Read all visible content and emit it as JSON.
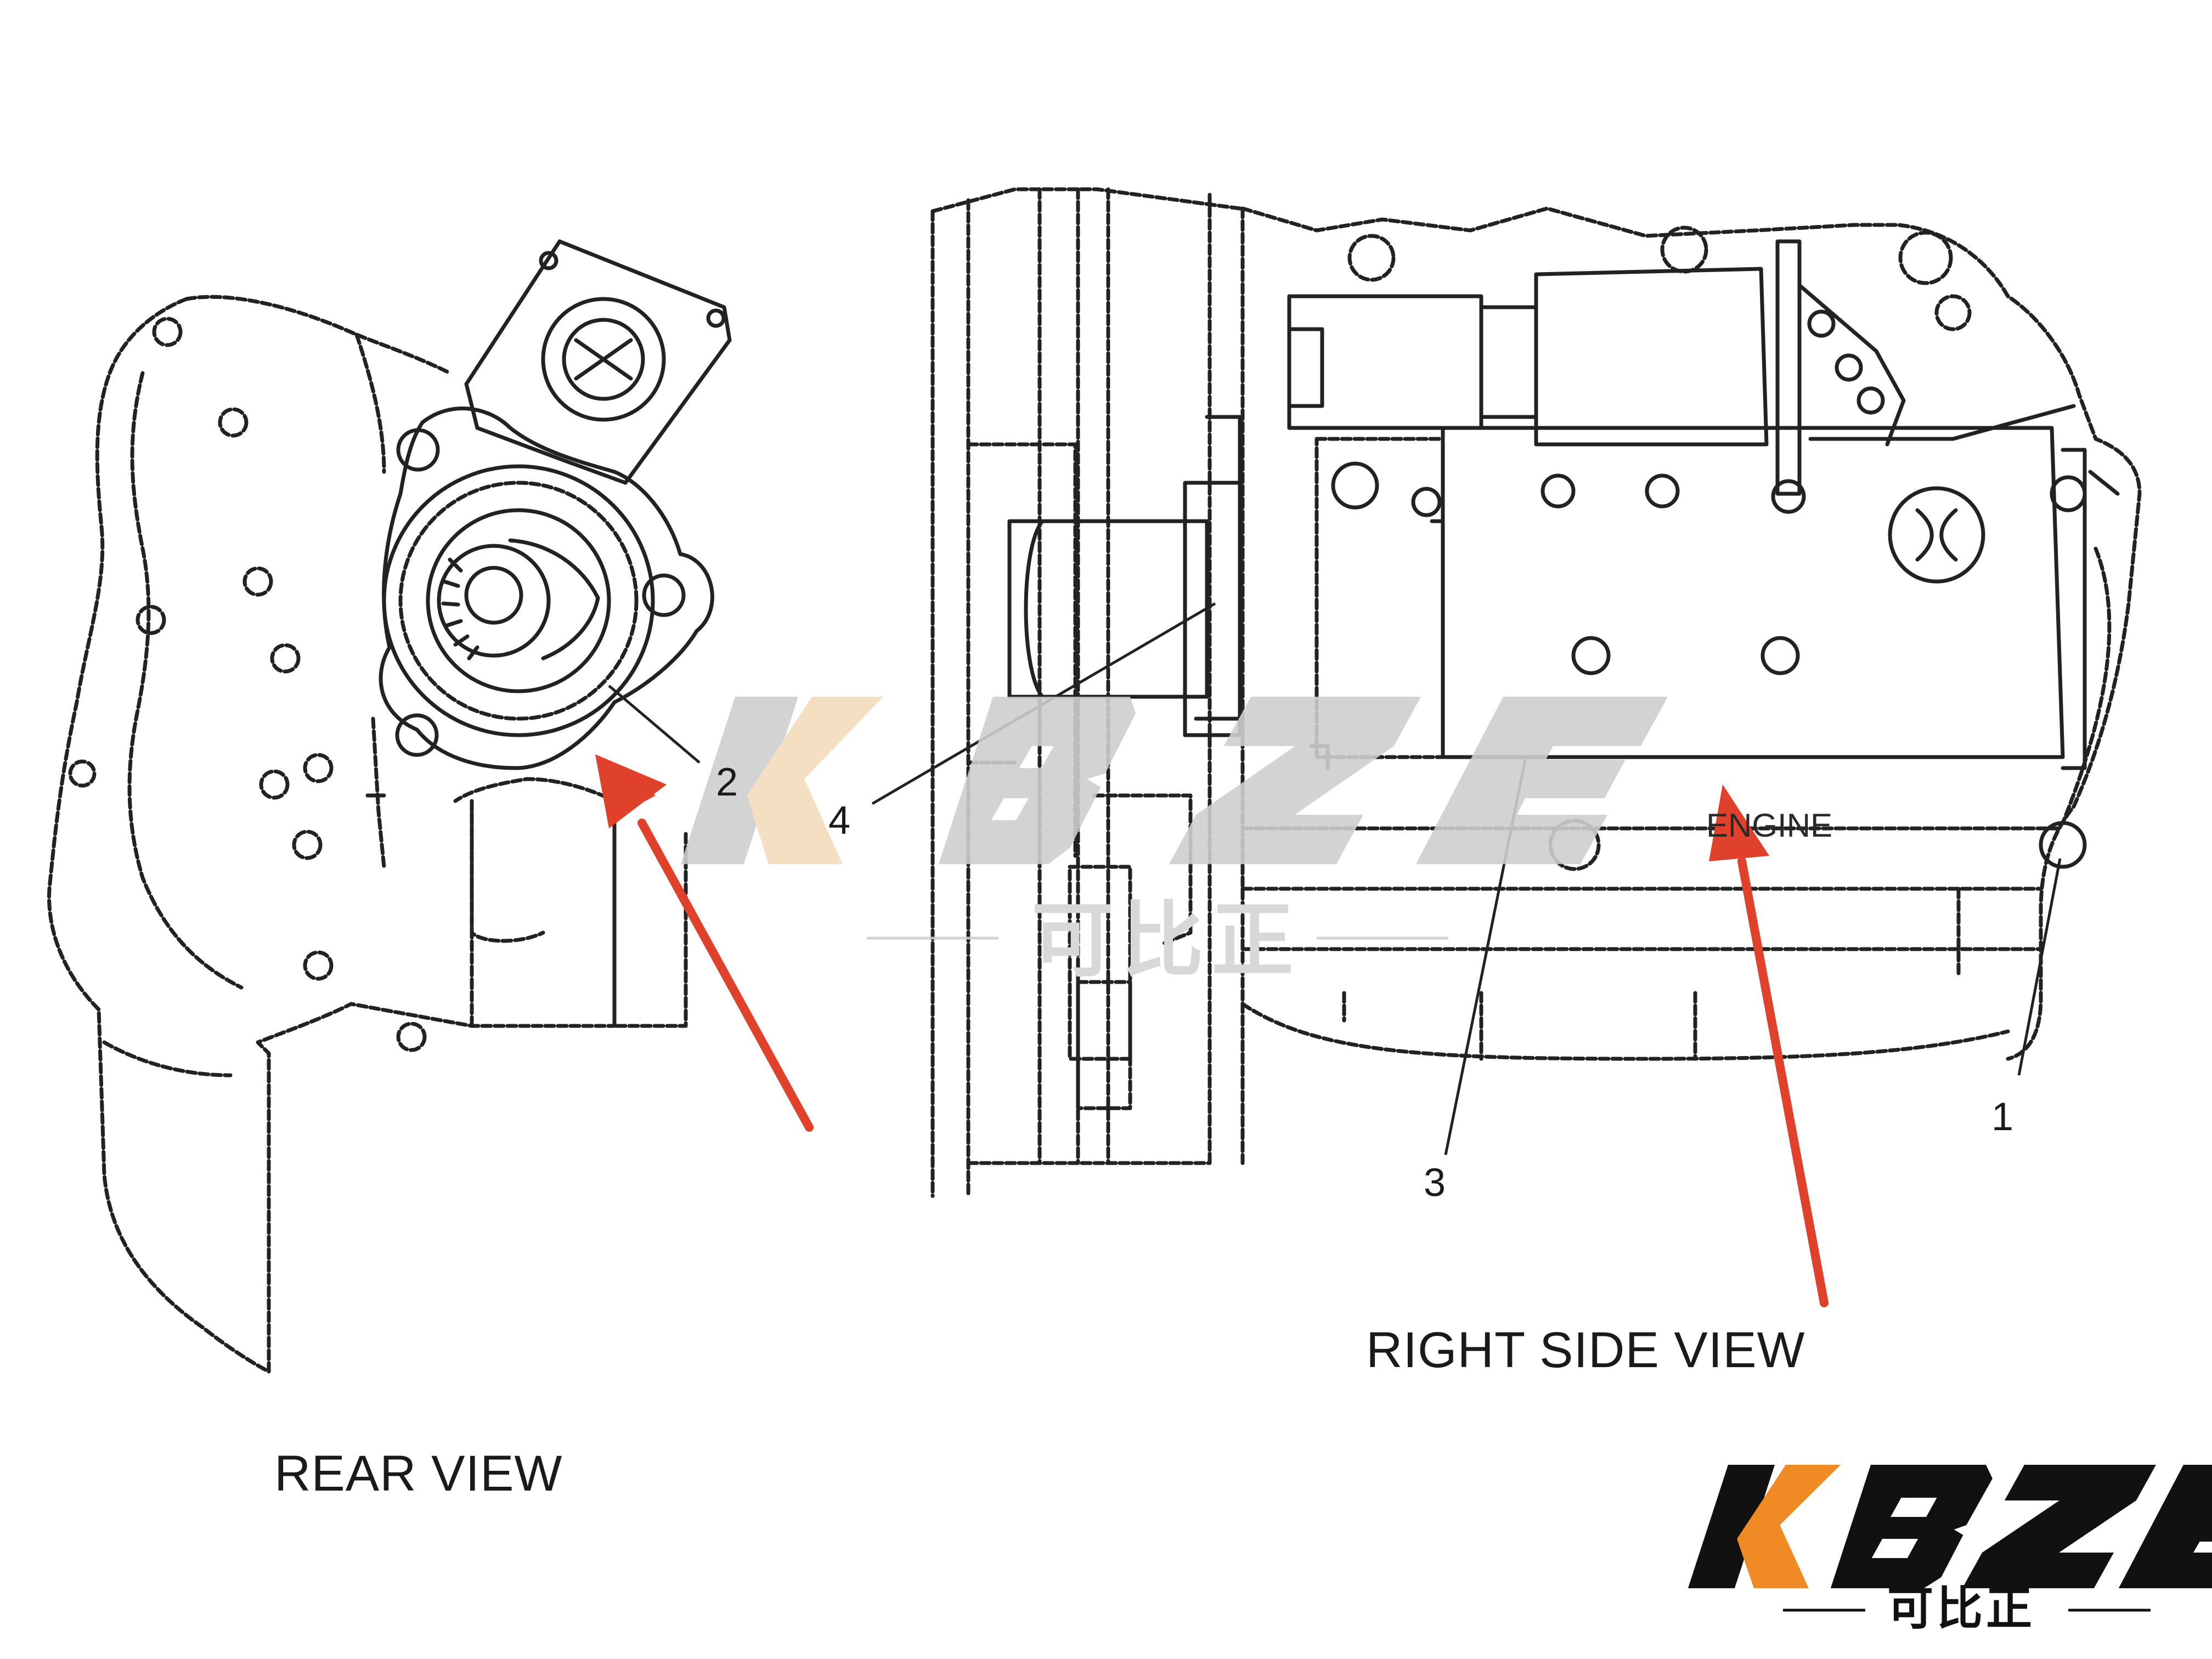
{
  "labels": {
    "rear_view": "REAR VIEW",
    "right_side_view": "RIGHT SIDE VIEW",
    "engine": "ENGINE",
    "callouts": [
      "1",
      "2",
      "3",
      "4"
    ]
  },
  "logo": {
    "text": "KBZE",
    "subtitle": "可比正",
    "accent_color": "#f08a24",
    "text_color": "#111111"
  },
  "watermark": {
    "text": "KBZE",
    "subtitle": "可比正"
  },
  "arrows": {
    "color": "#e0412a"
  }
}
